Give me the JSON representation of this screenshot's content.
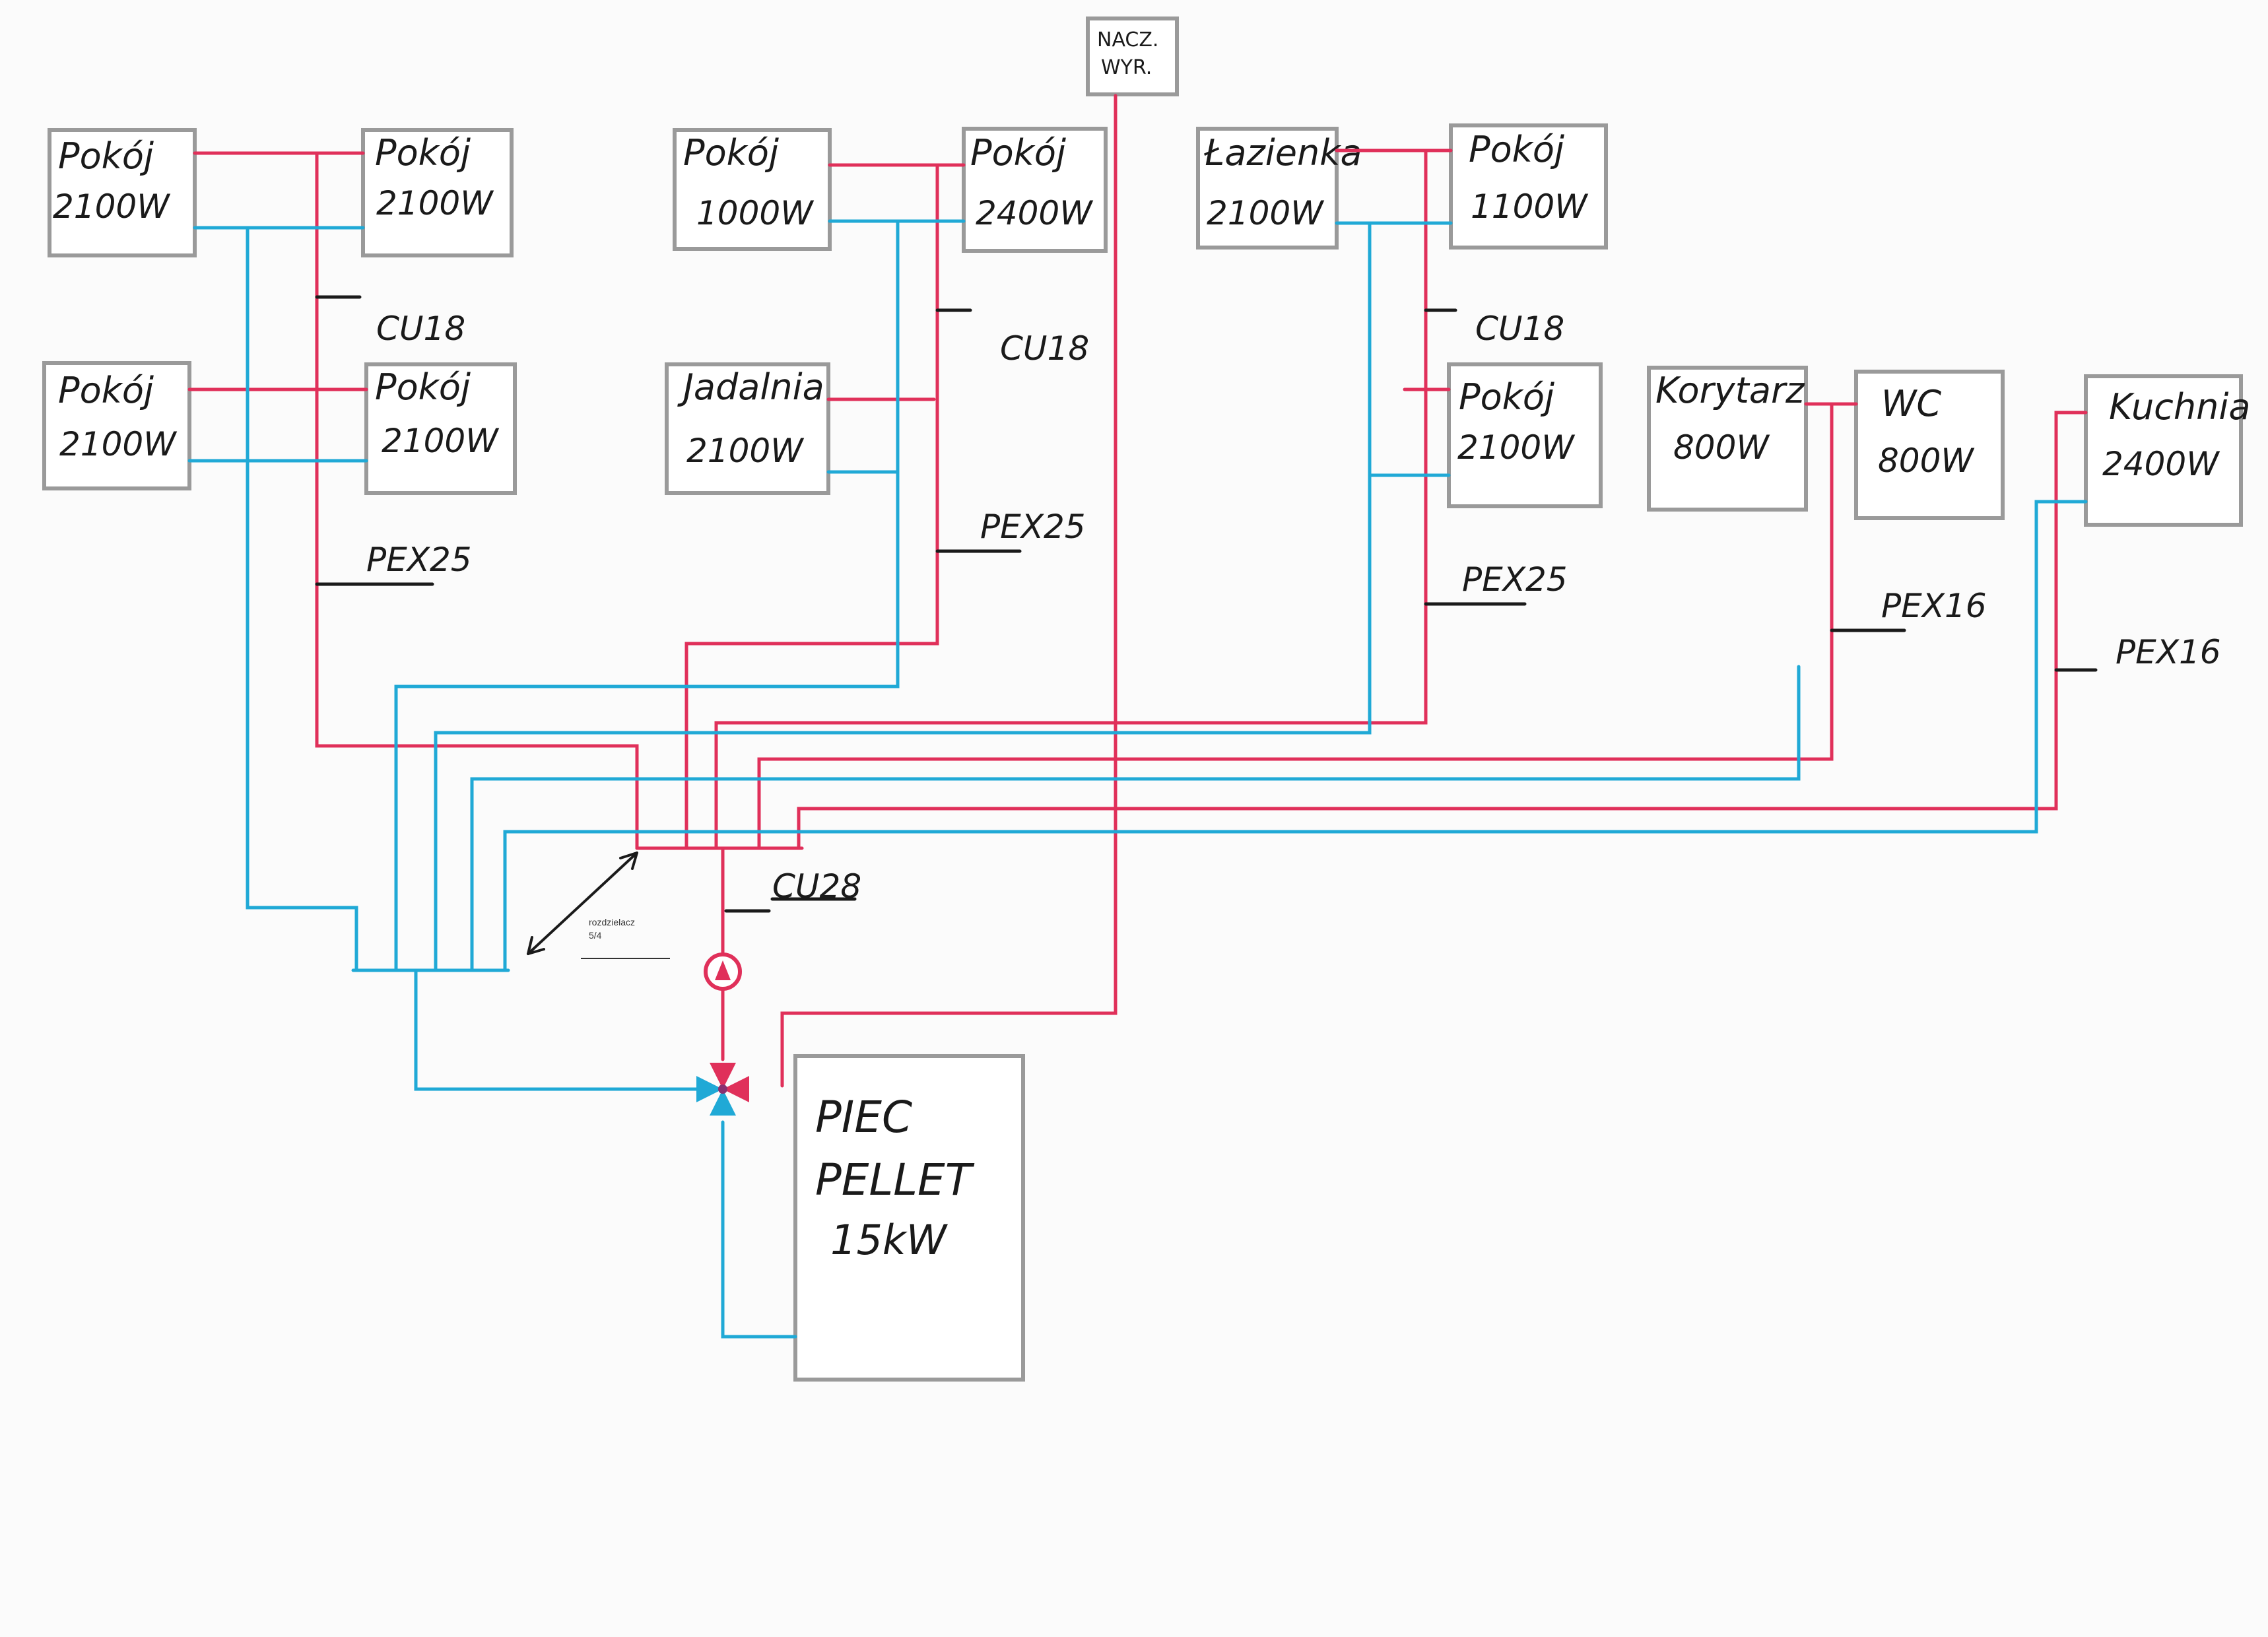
{
  "colors": {
    "supply": "#e0305a",
    "return": "#20a9d6",
    "ink": "#1a1a1a",
    "box_border": "#9a9a9a"
  },
  "rooms": [
    {
      "name": "Pokój",
      "power": "2100W"
    },
    {
      "name": "Pokój",
      "power": "2100W"
    },
    {
      "name": "Pokój",
      "power": "2100W"
    },
    {
      "name": "Pokój",
      "power": "2100W"
    },
    {
      "name": "Pokój",
      "power": "1000W"
    },
    {
      "name": "Pokój",
      "power": "2400W"
    },
    {
      "name": "Jadalnia",
      "power": "2100W"
    },
    {
      "name": "Łazienka",
      "power": "2100W"
    },
    {
      "name": "Pokój",
      "power": "1100W"
    },
    {
      "name": "Pokój",
      "power": "2100W"
    },
    {
      "name": "Korytarz",
      "power": "800W"
    },
    {
      "name": "WC",
      "power": "800W"
    },
    {
      "name": "Kuchnia",
      "power": "2400W"
    }
  ],
  "pipe_labels": [
    "CU18",
    "PEX25",
    "CU18",
    "PEX25",
    "CU18",
    "PEX25",
    "PEX16",
    "PEX16",
    "CU28"
  ],
  "expansion_vessel": {
    "line1": "NACZ.",
    "line2": "WYR."
  },
  "boiler": {
    "line1": "PIEC",
    "line2": "PELLET",
    "line3": "15kW"
  },
  "manifold_note": {
    "line1": "rozdzielacz",
    "line2": "5/4"
  },
  "icons": [
    "pump-icon",
    "mixing-valve-icon"
  ]
}
